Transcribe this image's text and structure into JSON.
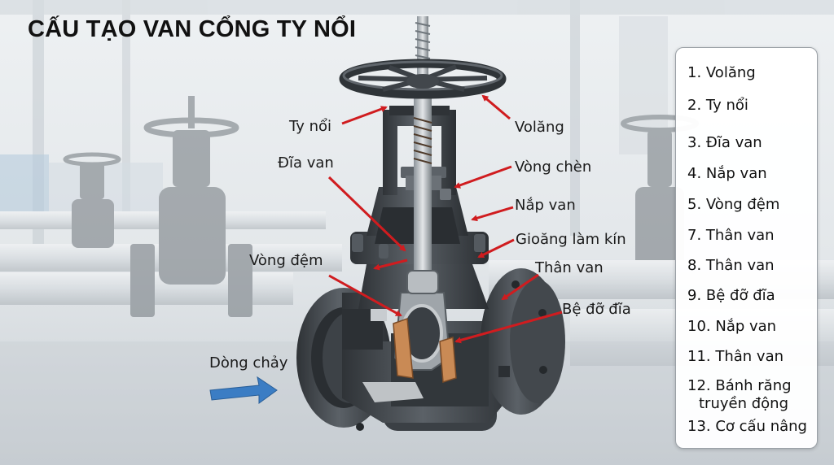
{
  "title": "CẤU TẠO VAN CỔNG TY NỔI",
  "labels": {
    "ty_noi": "Ty nổi",
    "volang": "Volăng",
    "dia_van": "Đĩa van",
    "vong_chen": "Vòng chèn",
    "nap_van": "Nắp van",
    "gioang_lam_kin": "Gioăng làm kín",
    "vong_dem": "Vòng đệm",
    "than_van": "Thân van",
    "be_do_dia": "Bệ đỡ đĩa",
    "dong_chay": "Dòng chảy"
  },
  "legend": {
    "items": [
      "1. Volăng",
      "2. Ty nổi",
      "3. Đĩa van",
      "4. Nắp van",
      "5. Vòng đệm",
      "7. Thân van",
      "8. Thân van",
      "9. Bệ đỡ đĩa",
      "10. Nắp van",
      "11. Thân van",
      "12. Bánh răng",
      "truyền động",
      "13. Cơ cấu nâng"
    ]
  },
  "colors": {
    "arrow": "#d01c1f",
    "flow_arrow": "#3b7dc4",
    "gasket": "#c98a55",
    "valve_metal": "#4a4f55"
  }
}
